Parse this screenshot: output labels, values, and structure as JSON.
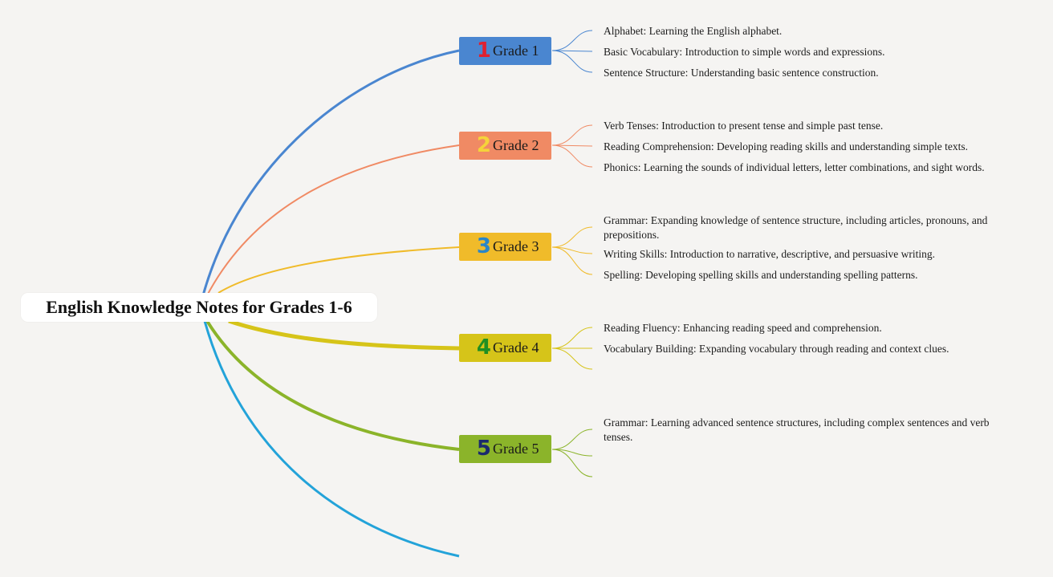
{
  "root": {
    "title": "English Knowledge Notes for Grades 1-6"
  },
  "colors": {
    "background": "#f5f4f2",
    "grade1": "#4a86d0",
    "grade2": "#f08a64",
    "grade3": "#f0bb2a",
    "grade4": "#d6c419",
    "grade5": "#8bb42a",
    "grade6": "#23a3d9"
  },
  "grades": [
    {
      "number": "1",
      "number_color": "#e02030",
      "label": "Grade 1",
      "color": "#4a86d0",
      "items": [
        "Alphabet: Learning the English alphabet.",
        "Basic Vocabulary: Introduction to simple words and expressions.",
        "Sentence Structure: Understanding basic sentence construction."
      ]
    },
    {
      "number": "2",
      "number_color": "#f5d33a",
      "label": "Grade 2",
      "color": "#f08a64",
      "items": [
        "Verb Tenses: Introduction to present tense and simple past tense.",
        "Reading Comprehension: Developing reading skills and understanding simple texts.",
        "Phonics: Learning the sounds of individual letters, letter combinations, and sight words."
      ]
    },
    {
      "number": "3",
      "number_color": "#2a86c8",
      "label": "Grade 3",
      "color": "#f0bb2a",
      "items": [
        "Grammar: Expanding knowledge of sentence structure, including articles, pronouns, and prepositions.",
        "Writing Skills: Introduction to narrative, descriptive, and persuasive writing.",
        "Spelling: Developing spelling skills and understanding spelling patterns."
      ]
    },
    {
      "number": "4",
      "number_color": "#1f8f22",
      "label": "Grade 4",
      "color": "#d6c419",
      "items": [
        "Reading Fluency: Enhancing reading speed and comprehension.",
        "Vocabulary Building: Expanding vocabulary through reading and context clues."
      ]
    },
    {
      "number": "5",
      "number_color": "#1b2a6e",
      "label": "Grade 5",
      "color": "#8bb42a",
      "items": [
        "Grammar: Learning advanced sentence structures, including complex sentences and verb tenses."
      ]
    }
  ]
}
